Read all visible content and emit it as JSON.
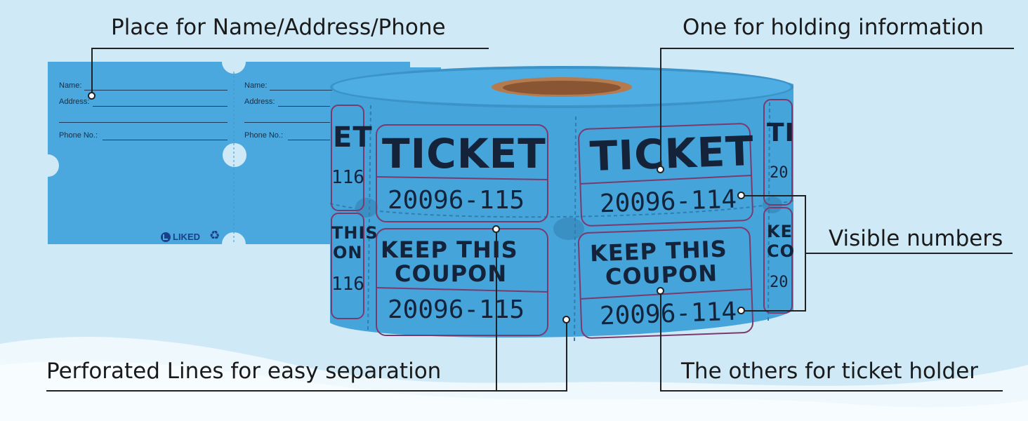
{
  "callouts": {
    "name_address_phone": "Place for Name/Address/Phone",
    "holding_information": "One for holding information",
    "visible_numbers": "Visible numbers",
    "perforated_lines": "Perforated Lines for easy separation",
    "ticket_holder": "The others for ticket holder"
  },
  "strip": {
    "name_label": "Name:",
    "address_label": "Address:",
    "phone_label": "Phone No.:",
    "brand": "LIKED"
  },
  "roll": {
    "ticket_word": "TICKET",
    "coupon_line1": "KEEP THIS",
    "coupon_line2": "COUPON",
    "number_a": "20096-115",
    "number_b": "20096-114",
    "side_partial_left": "ET",
    "side_partial_num_left": "116",
    "side_partial_coupon_left": "THIS",
    "side_partial_coupon2_left": "ON",
    "side_partial_right": "TI",
    "side_partial_right2": "KE",
    "side_partial_right3": "CO",
    "side_partial_num_right": "20"
  },
  "colors": {
    "background": "#cfe9f7",
    "ticket_blue": "#4aa8de",
    "ticket_border": "#7b3a6e",
    "text_dark": "#14233a"
  }
}
